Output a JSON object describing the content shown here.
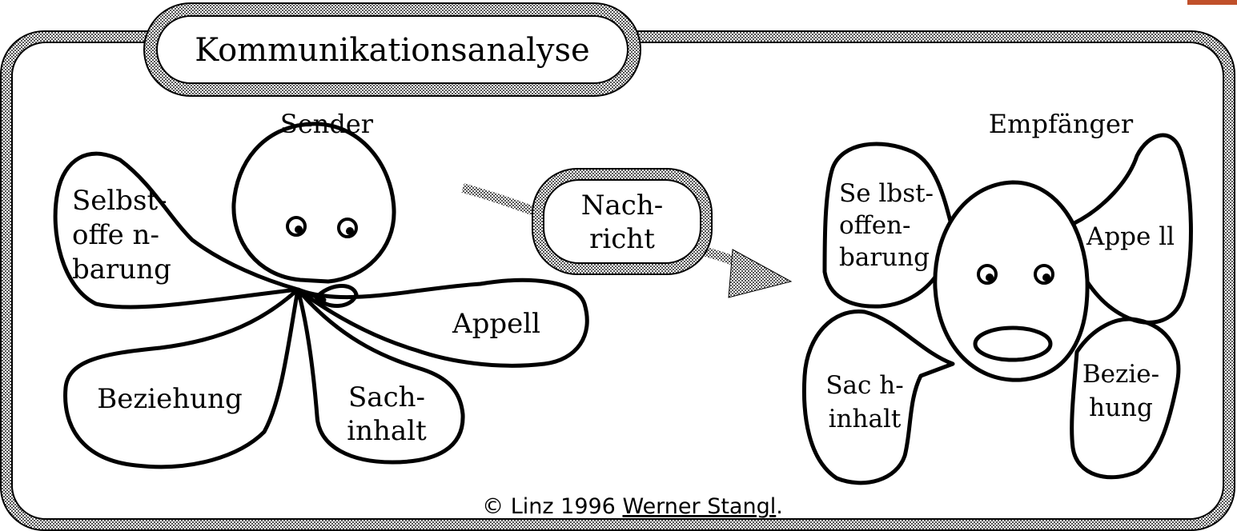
{
  "title": "Kommunikationsanalyse",
  "sender": {
    "heading": "Sender",
    "petals": {
      "selbstoffenbarung": [
        "Selbst-",
        "offe n-",
        "barung"
      ],
      "appell": [
        "Appell"
      ],
      "beziehung": [
        "Beziehung"
      ],
      "sachinhalt": [
        "Sach-",
        "inhalt"
      ]
    }
  },
  "message": [
    "Nach-",
    "richt"
  ],
  "receiver": {
    "heading": "Empfänger",
    "petals": {
      "selbstoffenbarung": [
        "Se lbst-",
        "offen-",
        "barung"
      ],
      "appell": [
        "Appe ll"
      ],
      "sachinhalt": [
        "Sac h-",
        "inhalt"
      ],
      "beziehung": [
        "Bezie-",
        "hung"
      ]
    }
  },
  "footer": {
    "prefix": "© Linz 1996 ",
    "author": "Werner Stangl",
    "suffix": "."
  },
  "colors": {
    "ink": "#000000",
    "hatch": "#7a7a7a",
    "background": "#ffffff",
    "corner_accent": "#c0502a"
  }
}
